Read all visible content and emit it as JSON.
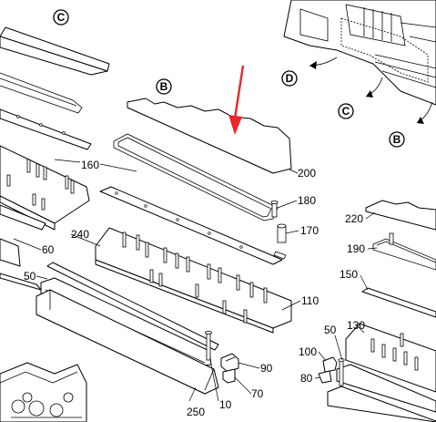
{
  "callouts": {
    "c_top": "C",
    "b_mid": "B",
    "d_right": "D",
    "c_right": "C",
    "b_right": "B"
  },
  "part_labels": {
    "p160": "160",
    "p200": "200",
    "p180": "180",
    "p170": "170",
    "p240": "240",
    "p60": "60",
    "p50_left": "50",
    "p110": "110",
    "p90": "90",
    "p70": "70",
    "p10": "10",
    "p250": "250",
    "p220": "220",
    "p190": "190",
    "p150": "150",
    "p130": "130",
    "p50_right": "50",
    "p100": "100",
    "p80": "80"
  },
  "colors": {
    "line": "#000000",
    "background": "#ffffff",
    "arrow_accent": "#e8262b"
  }
}
